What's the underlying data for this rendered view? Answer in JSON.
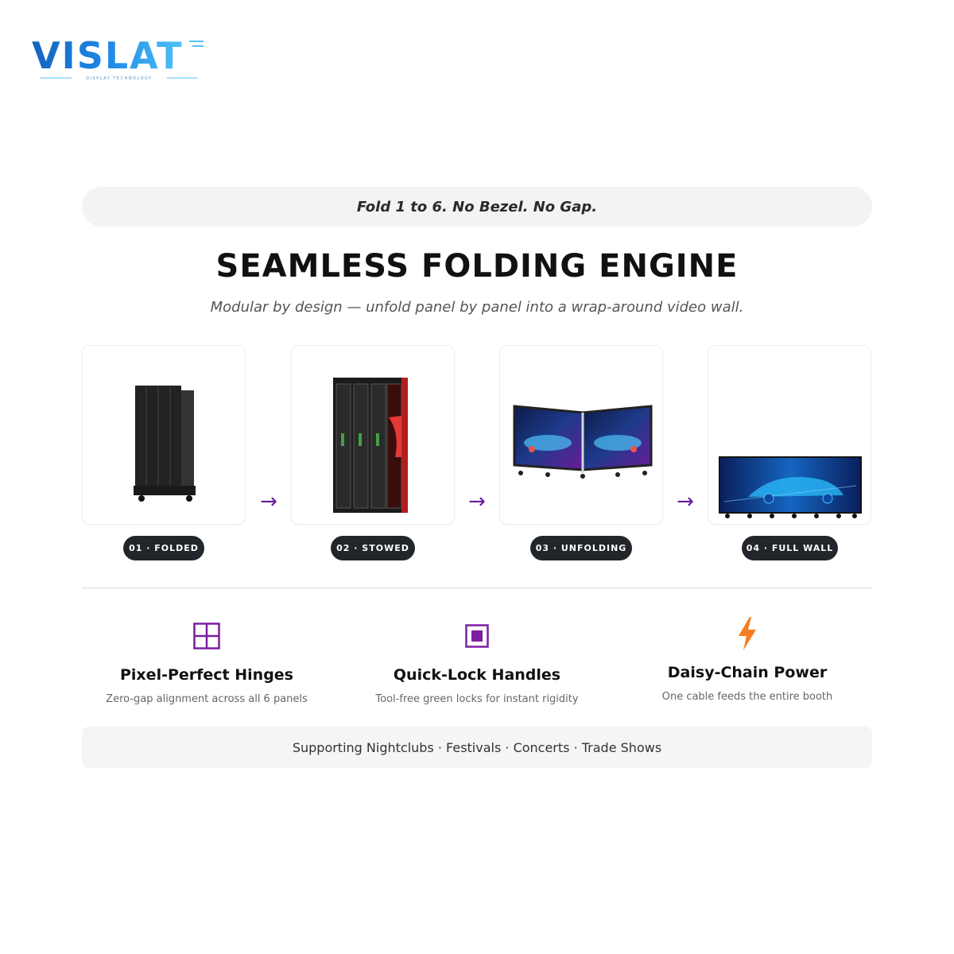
{
  "brand": {
    "name": "VISLAT",
    "subtitle": "DISPLAY TECHNOLOGY",
    "colors": {
      "primary": "#1e88e5",
      "accent": "#29b6f6"
    }
  },
  "tagline": "Fold 1 to 6. No Bezel. No Gap.",
  "headline": "SEAMLESS FOLDING ENGINE",
  "subheadline": "Modular by design — unfold panel by panel into a wrap-around video wall.",
  "steps": [
    {
      "label": "01 · FOLDED"
    },
    {
      "label": "02 · STOWED"
    },
    {
      "label": "03 · UNFOLDING"
    },
    {
      "label": "04 · FULL WALL"
    }
  ],
  "arrow_glyph": "→",
  "features": [
    {
      "icon": "grid-icon",
      "title": "Pixel-Perfect Hinges",
      "description": "Zero-gap alignment across all 6 panels",
      "color": "#7b1fa2"
    },
    {
      "icon": "lock-square-icon",
      "title": "Quick-Lock Handles",
      "description": "Tool-free green locks for instant rigidity",
      "color": "#7b1fa2"
    },
    {
      "icon": "lightning-icon",
      "title": "Daisy-Chain Power",
      "description": "One cable feeds the entire booth",
      "color": "#f57c1f"
    }
  ],
  "footer": "Supporting Nightclubs · Festivals · Concerts · Trade Shows"
}
